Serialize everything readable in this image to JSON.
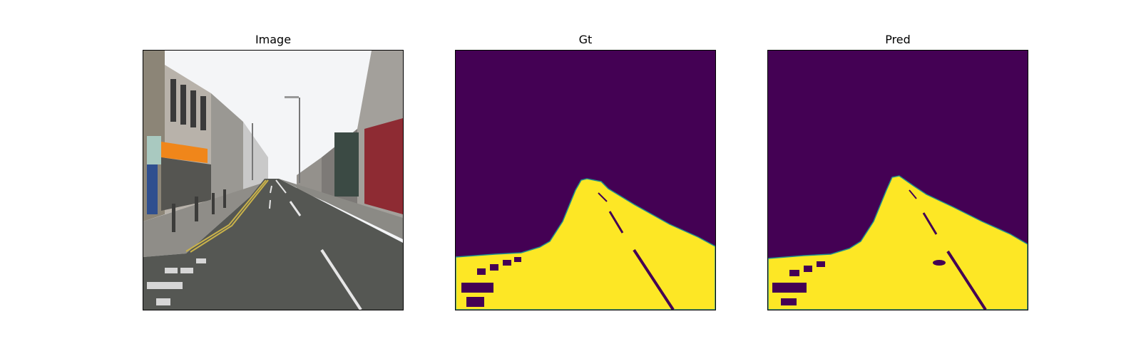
{
  "panels": [
    {
      "title": "Image"
    },
    {
      "title": "Gt"
    },
    {
      "title": "Pred"
    }
  ],
  "colors": {
    "mask_background": "#440154",
    "mask_foreground": "#fde725",
    "mask_edge": "#21918c"
  }
}
